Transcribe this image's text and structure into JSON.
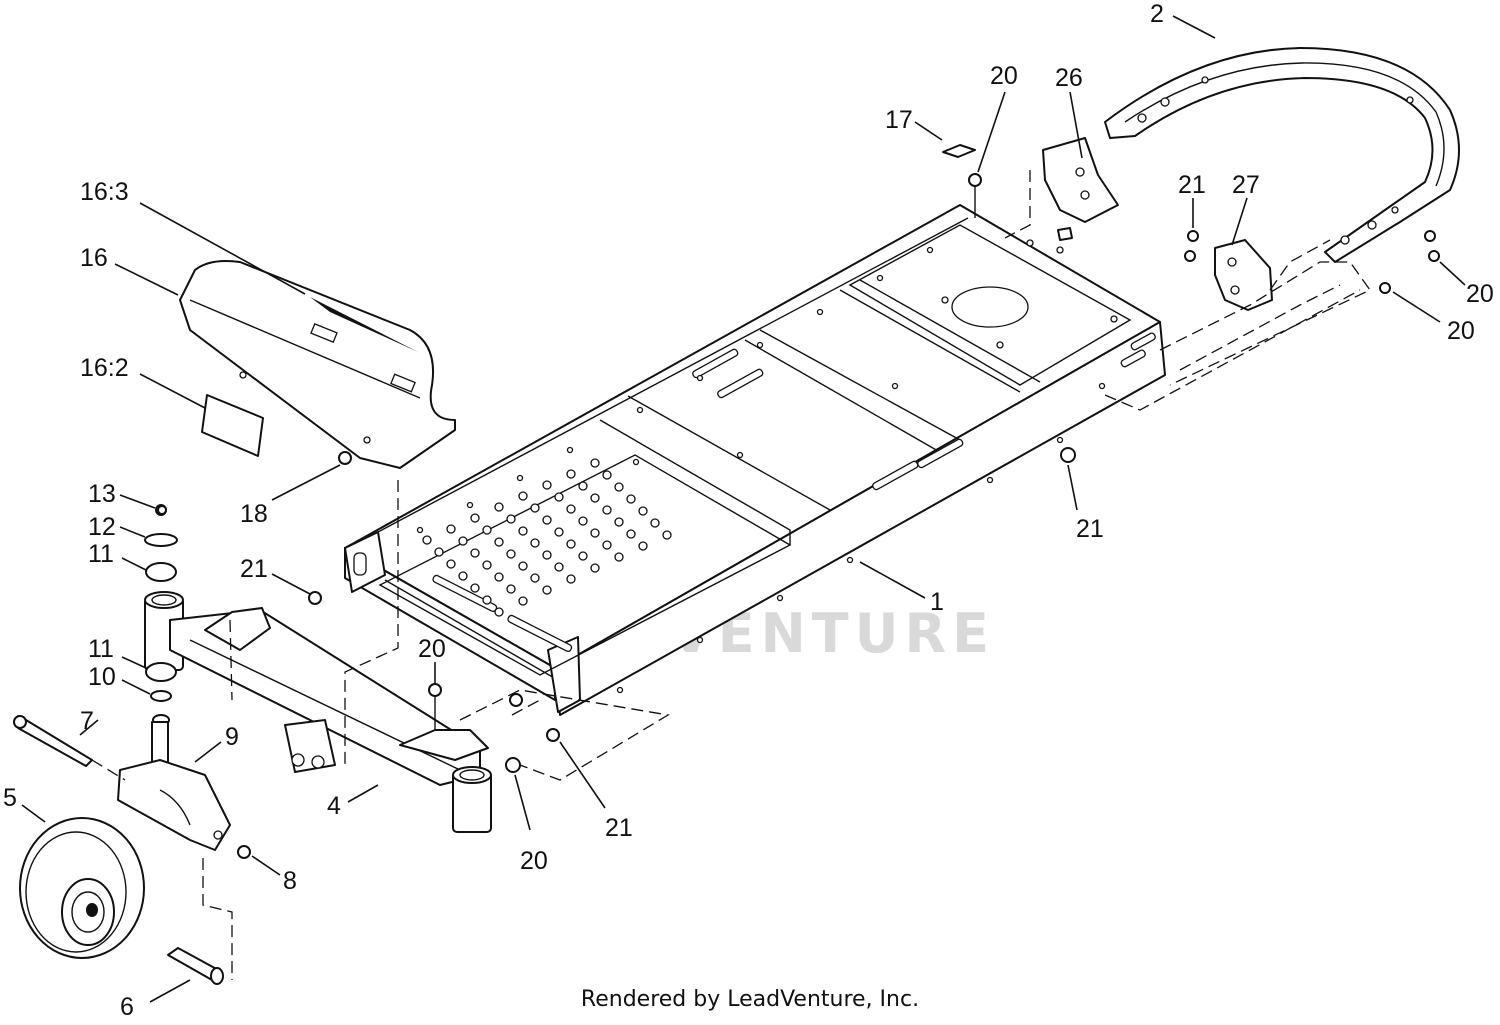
{
  "callouts": [
    {
      "id": "c2",
      "text": "2"
    },
    {
      "id": "c20a",
      "text": "20"
    },
    {
      "id": "c26",
      "text": "26"
    },
    {
      "id": "c17",
      "text": "17"
    },
    {
      "id": "c21a",
      "text": "21"
    },
    {
      "id": "c27",
      "text": "27"
    },
    {
      "id": "c20b",
      "text": "20"
    },
    {
      "id": "c20c",
      "text": "20"
    },
    {
      "id": "c163",
      "text": "16:3"
    },
    {
      "id": "c16",
      "text": "16"
    },
    {
      "id": "c162",
      "text": "16:2"
    },
    {
      "id": "c18",
      "text": "18"
    },
    {
      "id": "c21b",
      "text": "21"
    },
    {
      "id": "c13",
      "text": "13"
    },
    {
      "id": "c12",
      "text": "12"
    },
    {
      "id": "c11a",
      "text": "11"
    },
    {
      "id": "c21c",
      "text": "21"
    },
    {
      "id": "c1",
      "text": "1"
    },
    {
      "id": "c11b",
      "text": "11"
    },
    {
      "id": "c10",
      "text": "10"
    },
    {
      "id": "c20d",
      "text": "20"
    },
    {
      "id": "c7",
      "text": "7"
    },
    {
      "id": "c9",
      "text": "9"
    },
    {
      "id": "c5",
      "text": "5"
    },
    {
      "id": "c4",
      "text": "4"
    },
    {
      "id": "c20e",
      "text": "20"
    },
    {
      "id": "c21d",
      "text": "21"
    },
    {
      "id": "c8",
      "text": "8"
    },
    {
      "id": "c6",
      "text": "6"
    }
  ],
  "watermark": "LEADVENTURE",
  "footer": "Rendered by LeadVenture, Inc."
}
